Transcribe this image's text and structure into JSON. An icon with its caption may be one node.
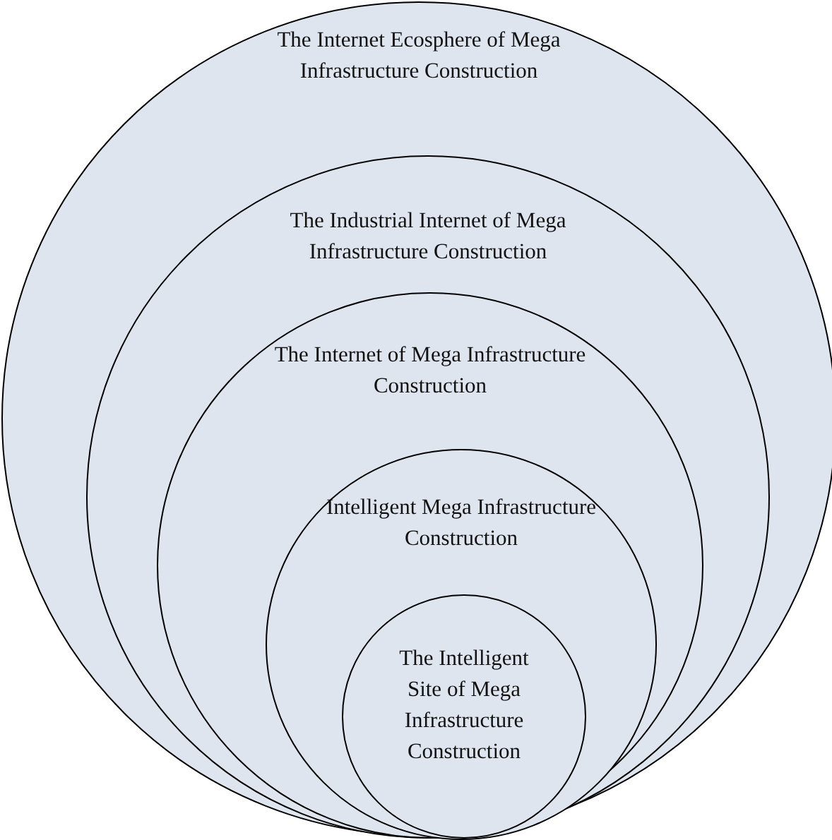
{
  "diagram": {
    "nodes": [
      {
        "text": [
          "The Internet Ecosphere of Mega Infrastructure Construction"
        ]
      },
      {
        "text": [
          "The Industrial Internet of Mega Infrastructure Construction"
        ],
        "in": 0
      },
      {
        "text": [
          "The Internet of Mega Infrastructure Construction"
        ],
        "in": 1
      },
      {
        "text": [
          "Intelligent Mega Infrastructure Construction"
        ],
        "in": 2
      },
      {
        "text": [
          "The Intelligent Site of Mega Infrastructure Construction"
        ],
        "in": 3
      }
    ]
  }
}
